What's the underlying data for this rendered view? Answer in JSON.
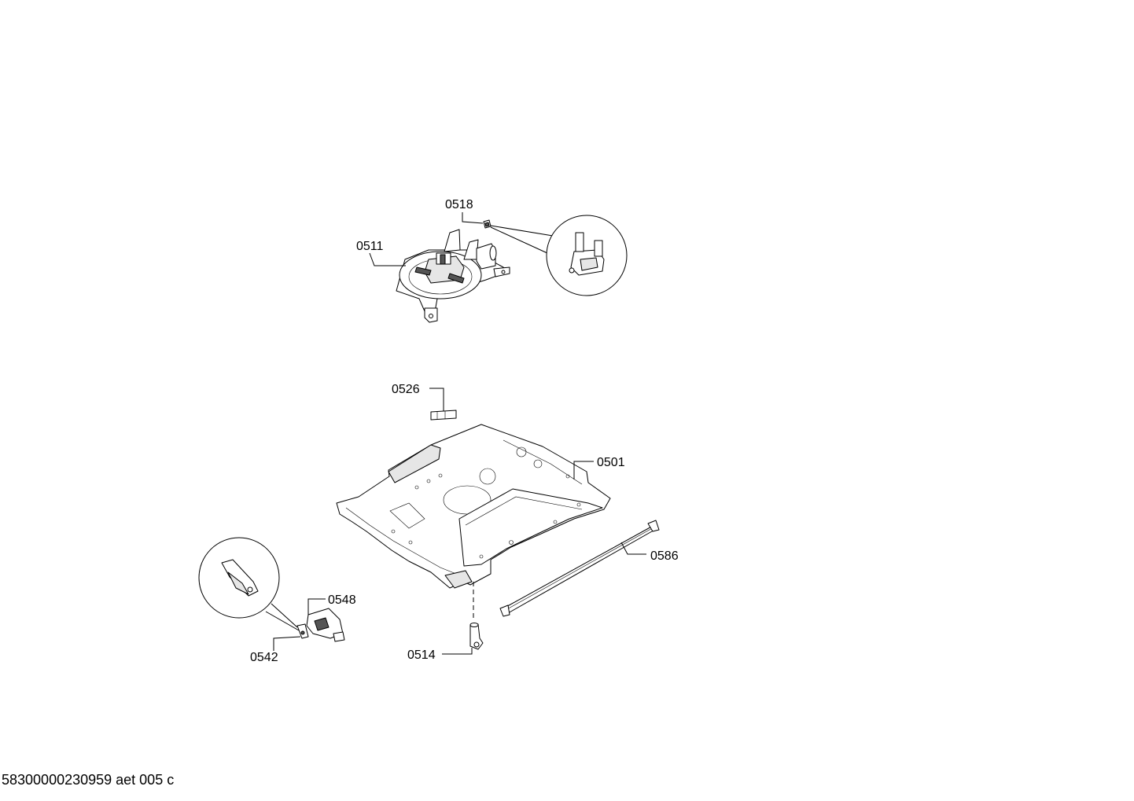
{
  "diagram": {
    "part_labels": {
      "p0518": "0518",
      "p0511": "0511",
      "p0526": "0526",
      "p0501": "0501",
      "p0586": "0586",
      "p0548": "0548",
      "p0542": "0542",
      "p0514": "0514"
    },
    "document_id": "58300000230959 aet 005 c"
  }
}
